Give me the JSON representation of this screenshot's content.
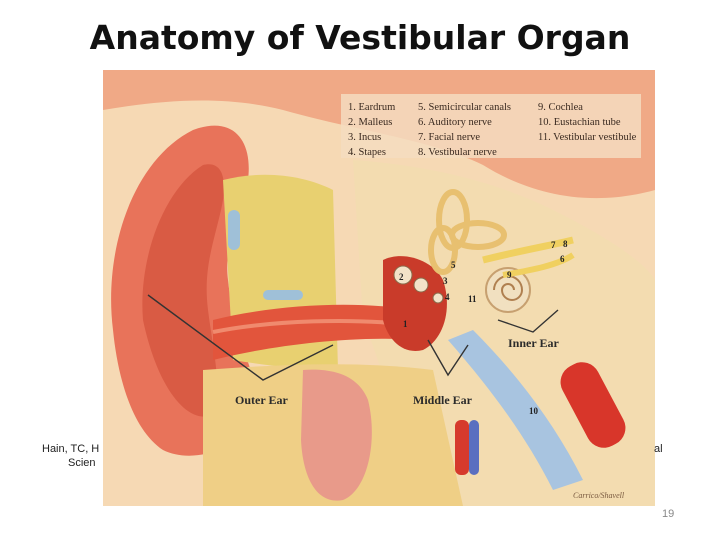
{
  "slide": {
    "title": "Anatomy of Vestibular Organ",
    "page_number": "19",
    "citation_line1": "Hain, TC, H",
    "citation_line2": "Scien",
    "citation_tail": "al"
  },
  "diagram": {
    "legend": [
      "1. Eardrum",
      "2. Malleus",
      "3. Incus",
      "4. Stapes",
      "5. Semicircular canals",
      "6. Auditory nerve",
      "7. Facial nerve",
      "8. Vestibular nerve",
      "9. Cochlea",
      "10. Eustachian tube",
      "11. Vestibular vestibule"
    ],
    "regions": {
      "outer": "Outer Ear",
      "middle": "Middle Ear",
      "inner": "Inner Ear"
    },
    "callouts": [
      "1",
      "2",
      "3",
      "4",
      "5",
      "6",
      "7",
      "8",
      "9",
      "10",
      "11"
    ],
    "signature": "Carrico/Shavell",
    "colors": {
      "skin": "#e8735a",
      "tissue": "#f2c48e",
      "bone": "#f3dcb0",
      "fat": "#e8d070",
      "nerve": "#f0d060",
      "cartilage": "#9fc0d8"
    }
  }
}
